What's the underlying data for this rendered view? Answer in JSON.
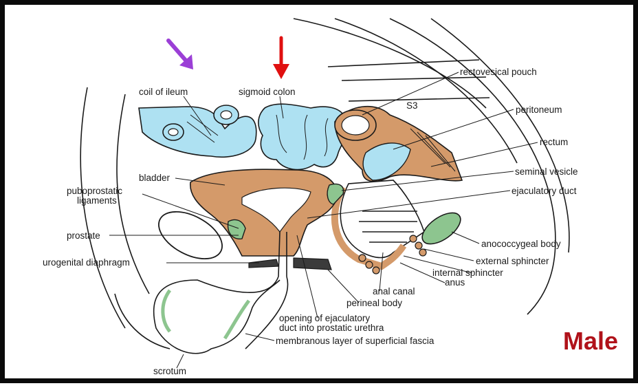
{
  "title_badge": "Male",
  "colors": {
    "bowel": "#aee1f2",
    "organ": "#d49a6a",
    "gland": "#8dc58f",
    "arrow_purple": "#9b3fd6",
    "arrow_red": "#e01010",
    "badge_text": "#b0121a"
  },
  "labels": {
    "coil_of_ileum": "coil of  ileum",
    "sigmoid_colon": "sigmoid colon",
    "rectovesical_pouch": "rectovesical pouch",
    "s3": "S3",
    "peritoneum": "peritoneum",
    "rectum": "rectum",
    "seminal_vesicle": "seminal vesicle",
    "ejaculatory_duct": "ejaculatory duct",
    "bladder": "bladder",
    "puboprostatic_1": "puboprostatic",
    "puboprostatic_2": "ligaments",
    "prostate": "prostate",
    "urogenital_diaphragm": "urogenital diaphragm",
    "anococcygeal_body": "anococcygeal body",
    "external_sphincter": "external sphincter",
    "internal_sphincter": "internal sphincter",
    "anus": "anus",
    "anal_canal": "anal canal",
    "perineal_body": "perineal body",
    "opening_1": "opening of ejaculatory",
    "opening_2": "duct into prostatic urethra",
    "membranous_layer": "membranous layer of superficial fascia",
    "scrotum": "scrotum"
  }
}
